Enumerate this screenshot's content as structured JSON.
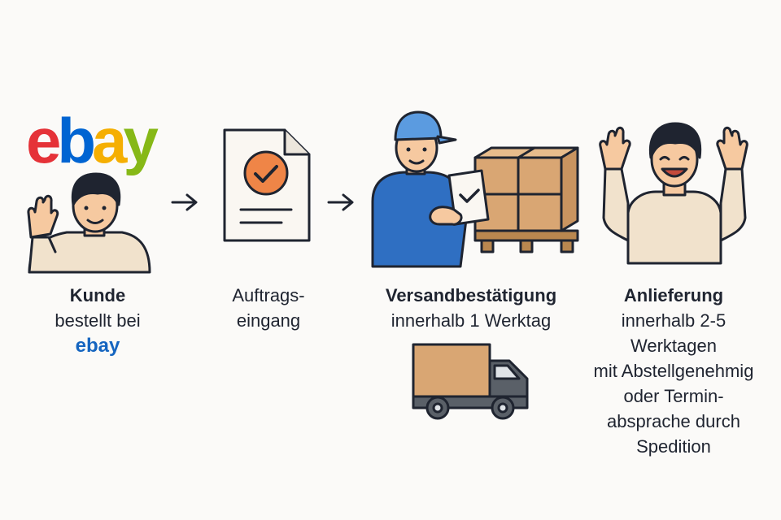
{
  "logo": {
    "letters": [
      "e",
      "b",
      "a",
      "y"
    ],
    "colors": [
      "#e53238",
      "#0064d2",
      "#f5af02",
      "#86b817"
    ]
  },
  "steps": [
    {
      "id": "kunde",
      "icon": "customer-waving-icon",
      "lines": [
        "Kunde",
        "bestellt bei"
      ],
      "brand": "ebay",
      "brand_color": "#1565c0"
    },
    {
      "id": "auftragseingang",
      "icon": "document-check-icon",
      "lines": [
        "Auftrags-",
        "eingang"
      ]
    },
    {
      "id": "versand",
      "icon": "courier-pallet-icon",
      "lines": [
        "Versandbestätigung",
        "innerhalb 1 Werktag"
      ],
      "extra_icon": "delivery-truck-icon"
    },
    {
      "id": "anlieferung",
      "icon": "happy-customer-icon",
      "lines": [
        "Anlieferung",
        "innerhalb 2-5",
        "Werktagen",
        "mit Abstellgenehmig",
        "oder Termin-",
        "absprache durch",
        "Spedition"
      ]
    }
  ],
  "arrows": [
    "arrow-right-icon",
    "arrow-right-icon"
  ],
  "colors": {
    "outline": "#1f2430",
    "skin": "#f6c9a0",
    "hair": "#1f2430",
    "shirt": "#f1e2cc",
    "blue": "#2f6fc2",
    "cap": "#5b9be0",
    "box": "#d9a673",
    "box_dark": "#b9874f",
    "check": "#ef8547",
    "truck_gray": "#5a6068",
    "paper": "#faf7f2"
  }
}
